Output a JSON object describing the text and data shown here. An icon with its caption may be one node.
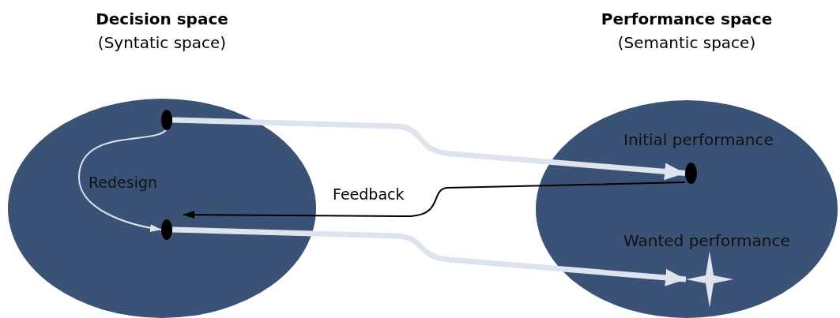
{
  "diagram": {
    "nodes": [
      {
        "text": [
          "Decision space",
          "(Syntatic space)"
        ]
      },
      {
        "text": [
          "Performance space",
          "(Semantic space)"
        ]
      },
      {
        "text": [],
        "shape": "circle",
        "in": 0
      },
      {
        "text": [],
        "shape": "circle",
        "in": 0
      },
      {
        "text": [],
        "shape": "circle",
        "in": 1,
        "beside": [
          "Initial performance"
        ]
      },
      {
        "text": [],
        "shape": "star",
        "in": 1,
        "beside": [
          "Wanted performance"
        ]
      }
    ],
    "edges": [
      {
        "from": 2,
        "to": 4,
        "arrow": "to",
        "style": "thick"
      },
      {
        "from": 3,
        "to": 5,
        "arrow": "to",
        "style": "thick"
      },
      {
        "from": 2,
        "to": 3,
        "arrow": "to",
        "label": "Redesign"
      },
      {
        "from": 4,
        "to": 3,
        "arrow": "to",
        "label": "Feedback",
        "color": "#000000"
      }
    ]
  }
}
